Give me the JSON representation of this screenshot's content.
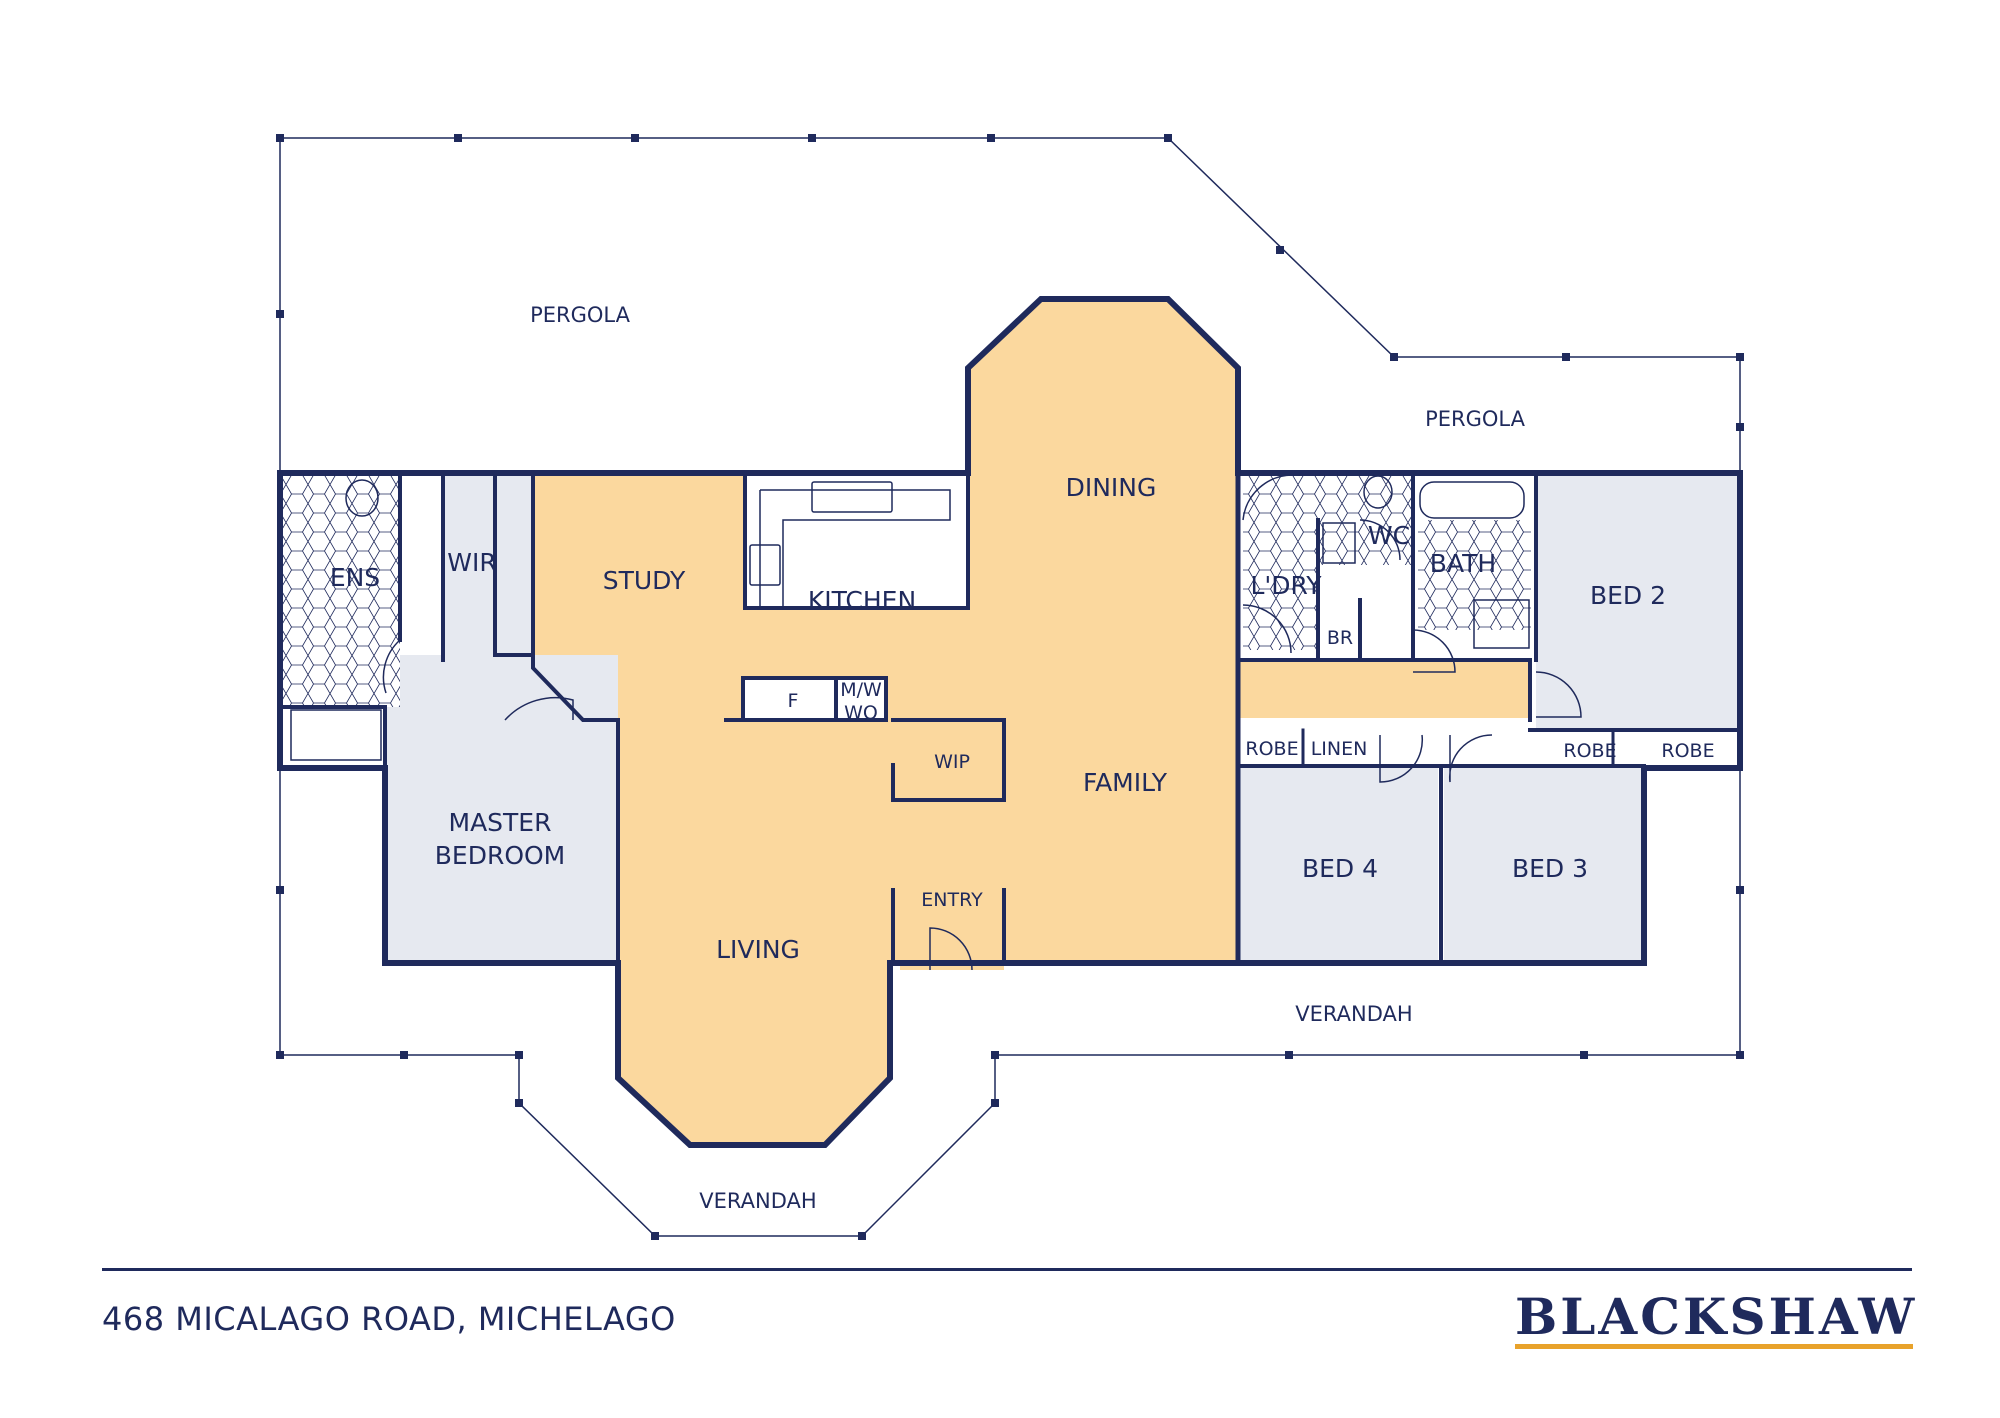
{
  "rooms": {
    "pergola_left": "PERGOLA",
    "pergola_right": "PERGOLA",
    "ens": "ENS",
    "wir": "WIR",
    "study": "STUDY",
    "kitchen": "KITCHEN",
    "dining": "DINING",
    "ldry": "L'DRY",
    "wc": "WC",
    "bath": "BATH",
    "bed2": "BED 2",
    "br": "BR",
    "fridge": "F",
    "mw": "M/W",
    "wo": "WO",
    "wip": "WIP",
    "family": "FAMILY",
    "robe1": "ROBE",
    "linen": "LINEN",
    "robe2": "ROBE",
    "robe3": "ROBE",
    "master1": "MASTER",
    "master2": "BEDROOM",
    "bed4": "BED 4",
    "bed3": "BED 3",
    "entry": "ENTRY",
    "living": "LIVING",
    "verandah_right": "VERANDAH",
    "verandah_bottom": "VERANDAH"
  },
  "footer": {
    "address": "468 MICALAGO ROAD, MICHELAGO",
    "brand": "BLACKSHAW"
  },
  "colors": {
    "wall": "#1f2a5c",
    "living_fill": "#fbd89e",
    "bed_fill": "#e6e9f0",
    "accent": "#e8a22b"
  }
}
